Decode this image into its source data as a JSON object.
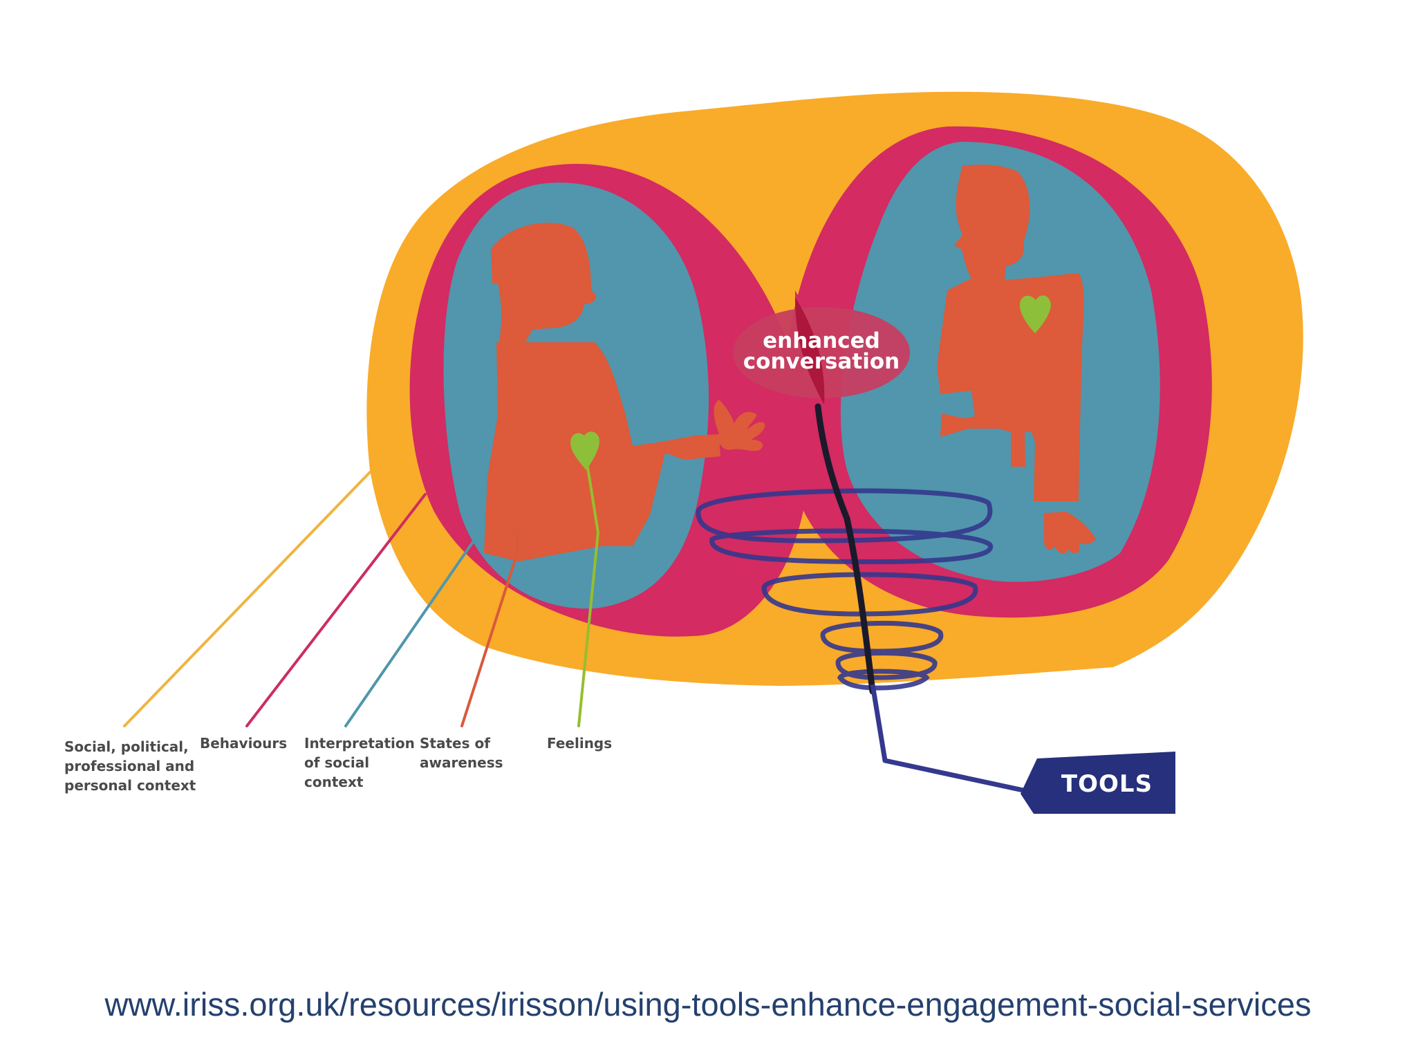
{
  "diagram": {
    "center_label": [
      "enhanced",
      "conversation"
    ],
    "tools_label": "TOOLS",
    "layer_labels": [
      {
        "lines": [
          "Social, political,",
          "professional and",
          "personal context"
        ],
        "color": "#f0b440"
      },
      {
        "lines": [
          "Behaviours"
        ],
        "color": "#cc2e60"
      },
      {
        "lines": [
          "Interpretation",
          "of social",
          "context"
        ],
        "color": "#4f97aa"
      },
      {
        "lines": [
          "States of",
          "awareness"
        ],
        "color": "#d85a3a"
      },
      {
        "lines": [
          "Feelings"
        ],
        "color": "#96be2e"
      }
    ],
    "colors": {
      "outer_context": "#f9ab2a",
      "behaviour_ring": "#d32b62",
      "interpretation_fill": "#5196ac",
      "person": "#dd5a3a",
      "heart": "#8dbf3a",
      "spiral": "#34388e",
      "tools_tag": "#26307c",
      "url_text": "#24406e"
    }
  },
  "footer": {
    "url": "www.iriss.org.uk/resources/irisson/using-tools-enhance-engagement-social-services"
  }
}
